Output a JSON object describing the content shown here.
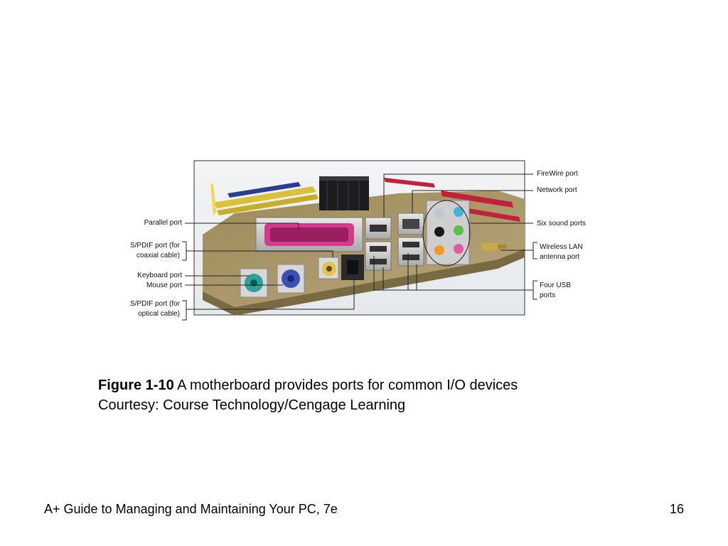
{
  "figure": {
    "callouts_left": {
      "parallel": "Parallel port",
      "spdif_coax_1": "S/PDIF port (for",
      "spdif_coax_2": "coaxial cable)",
      "keyboard": "Keyboard port",
      "mouse": "Mouse port",
      "spdif_opt_1": "S/PDIF port (for",
      "spdif_opt_2": "optical cable)"
    },
    "callouts_right": {
      "firewire": "FireWire port",
      "network": "Network port",
      "sound": "Six sound ports",
      "wlan_1": "Wireless LAN",
      "wlan_2": "antenna port",
      "usb_1": "Four USB",
      "usb_2": "ports"
    }
  },
  "caption": {
    "figure_number": "Figure 1-10",
    "text": " A motherboard provides ports for common I/O devices",
    "credit": "Courtesy: Course Technology/Cengage Learning"
  },
  "footer": {
    "book_title": "A+ Guide to Managing and Maintaining Your PC, 7e",
    "page_number": "16"
  }
}
